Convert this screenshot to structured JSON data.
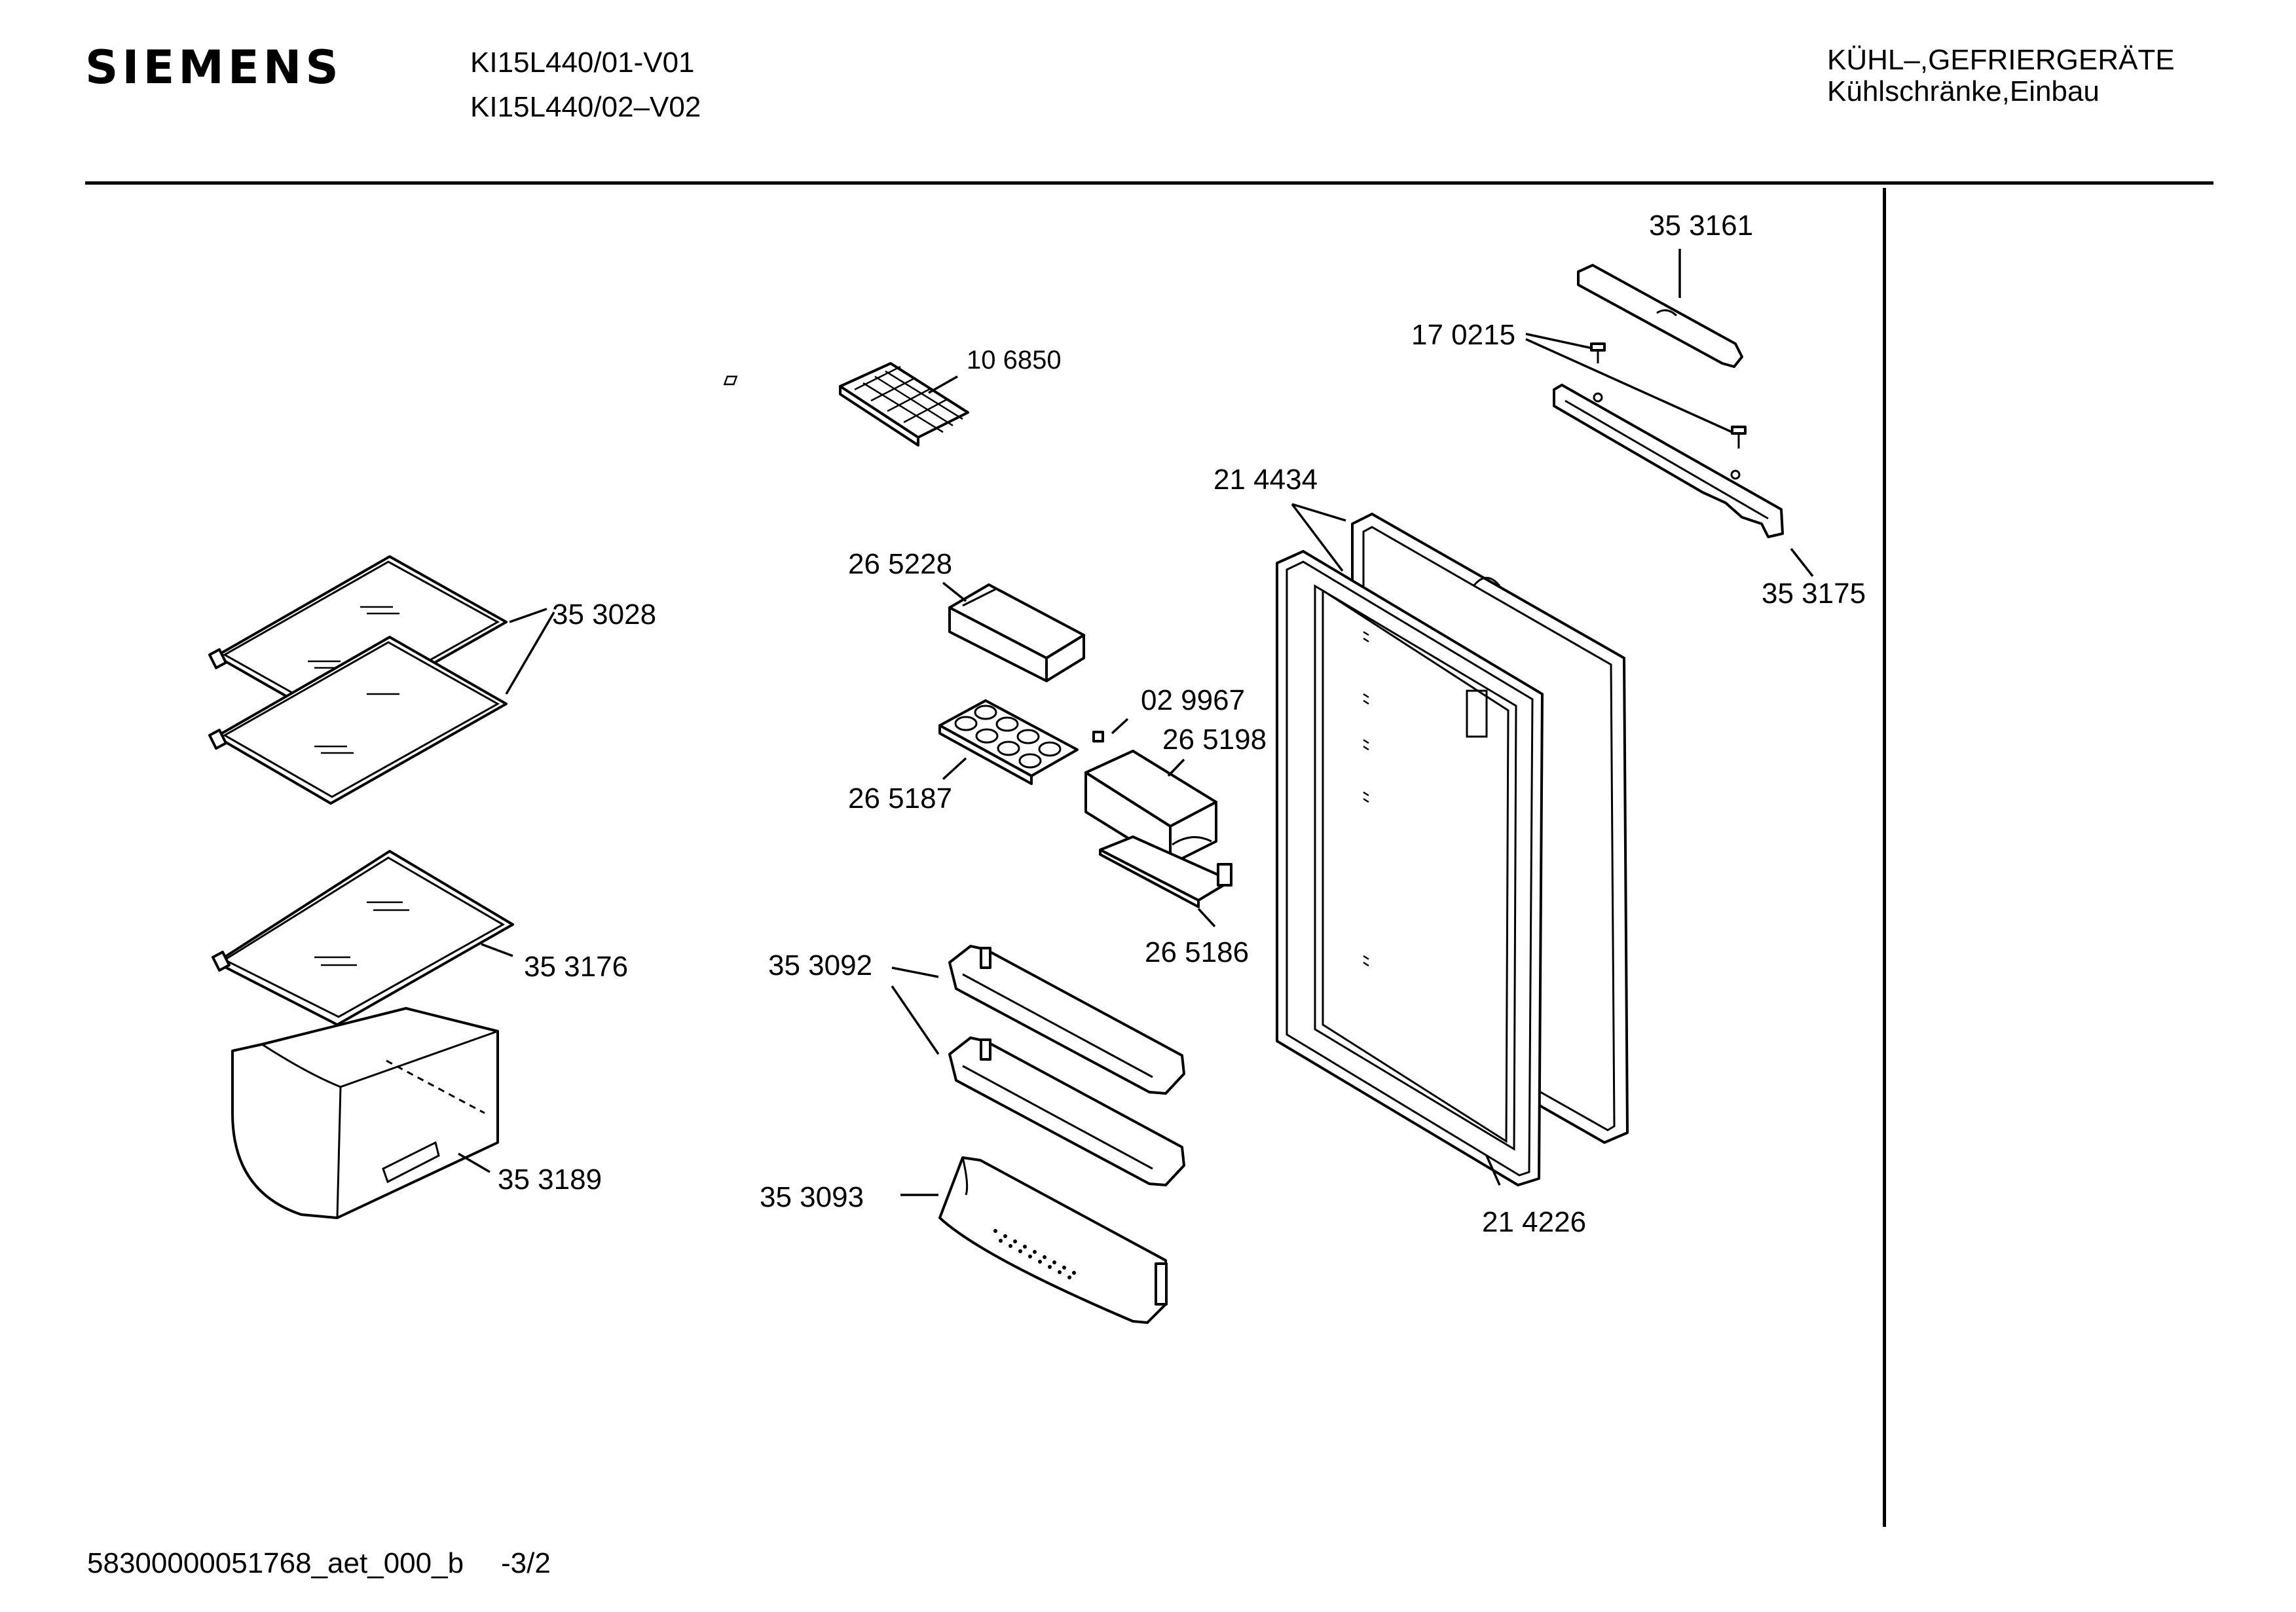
{
  "header": {
    "brand": "SIEMENS",
    "model_1": "KI15L440/01-V01",
    "model_2": "KI15L440/02–V02",
    "category": "KÜHL–,GEFRIERGERÄTE",
    "subcategory": "Kühlschränke,Einbau"
  },
  "parts": {
    "glass_shelf_pair": "35 3028",
    "glass_shelf_single": "35 3176",
    "crisper_drawer": "35 3189",
    "ice_tray": "10 6850",
    "butter_box": "26 5228",
    "egg_tray": "26 5187",
    "screw_small": "02 9967",
    "dairy_lid": "26 5198",
    "dairy_base": "26 5186",
    "door_shelf_pair": "35 3092",
    "bottle_shelf": "35 3093",
    "door_panel": "21 4434",
    "door_gasket": "21 4226",
    "top_cover": "35 3161",
    "screws_top": "17 0215",
    "hinge_bracket": "35 3175"
  },
  "footer": {
    "document_code": "58300000051768_aet_000_b",
    "page_ref": "-3/2"
  }
}
